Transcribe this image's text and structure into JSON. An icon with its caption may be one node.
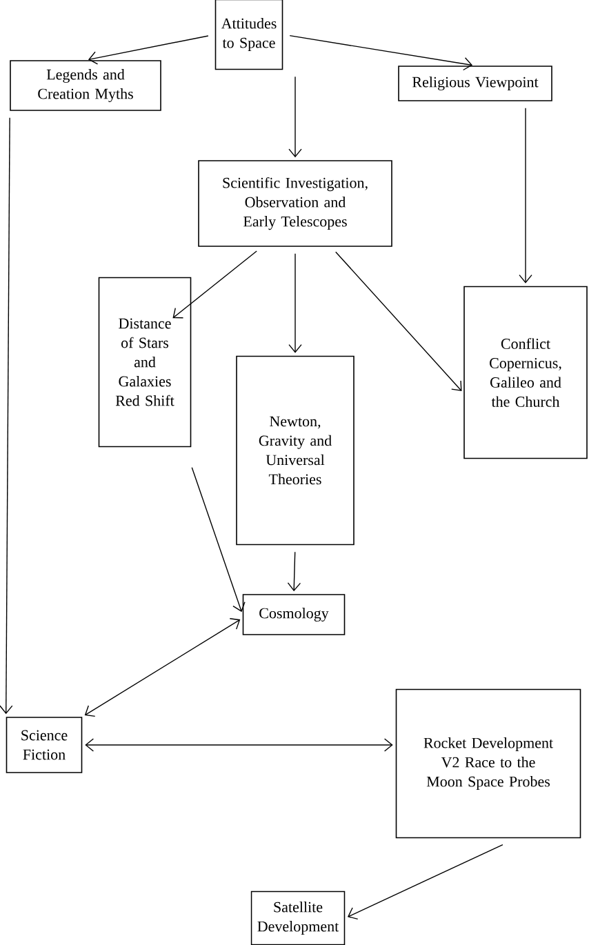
{
  "diagram": {
    "nodes": [
      {
        "text": [
          "Attitudes to Space"
        ]
      },
      {
        "text": [
          "Legends and Creation Myths"
        ]
      },
      {
        "text": [
          "Religious Viewpoint"
        ]
      },
      {
        "text": [
          "Scientific Investigation, Observation and Early Telescopes"
        ]
      },
      {
        "text": [
          "Distance of Stars and Galaxies Red Shift"
        ]
      },
      {
        "text": [
          "Newton, Gravity and Universal Theories"
        ]
      },
      {
        "text": [
          "Conflict Copernicus, Galileo and the Church"
        ]
      },
      {
        "text": [
          "Cosmology"
        ]
      },
      {
        "text": [
          "Science Fiction"
        ]
      },
      {
        "text": [
          "Rocket Development V2 Race to the Moon Space Probes"
        ]
      },
      {
        "text": [
          "Satellite Development"
        ]
      }
    ],
    "edges": [
      {
        "from": 0,
        "to": 1,
        "arrow": "to"
      },
      {
        "from": 0,
        "to": 2,
        "arrow": "to"
      },
      {
        "from": 0,
        "to": 3,
        "arrow": "to"
      },
      {
        "from": 2,
        "to": 6,
        "arrow": "to"
      },
      {
        "from": 3,
        "to": 4,
        "arrow": "to"
      },
      {
        "from": 3,
        "to": 5,
        "arrow": "to"
      },
      {
        "from": 3,
        "to": 6,
        "arrow": "to"
      },
      {
        "from": 4,
        "to": 7,
        "arrow": "to"
      },
      {
        "from": 5,
        "to": 7,
        "arrow": "to"
      },
      {
        "from": 7,
        "to": 8,
        "arrow": "both"
      },
      {
        "from": 1,
        "to": 8,
        "arrow": "to"
      },
      {
        "from": 8,
        "to": 9,
        "arrow": "both"
      },
      {
        "from": 9,
        "to": 10,
        "arrow": "to"
      }
    ]
  }
}
